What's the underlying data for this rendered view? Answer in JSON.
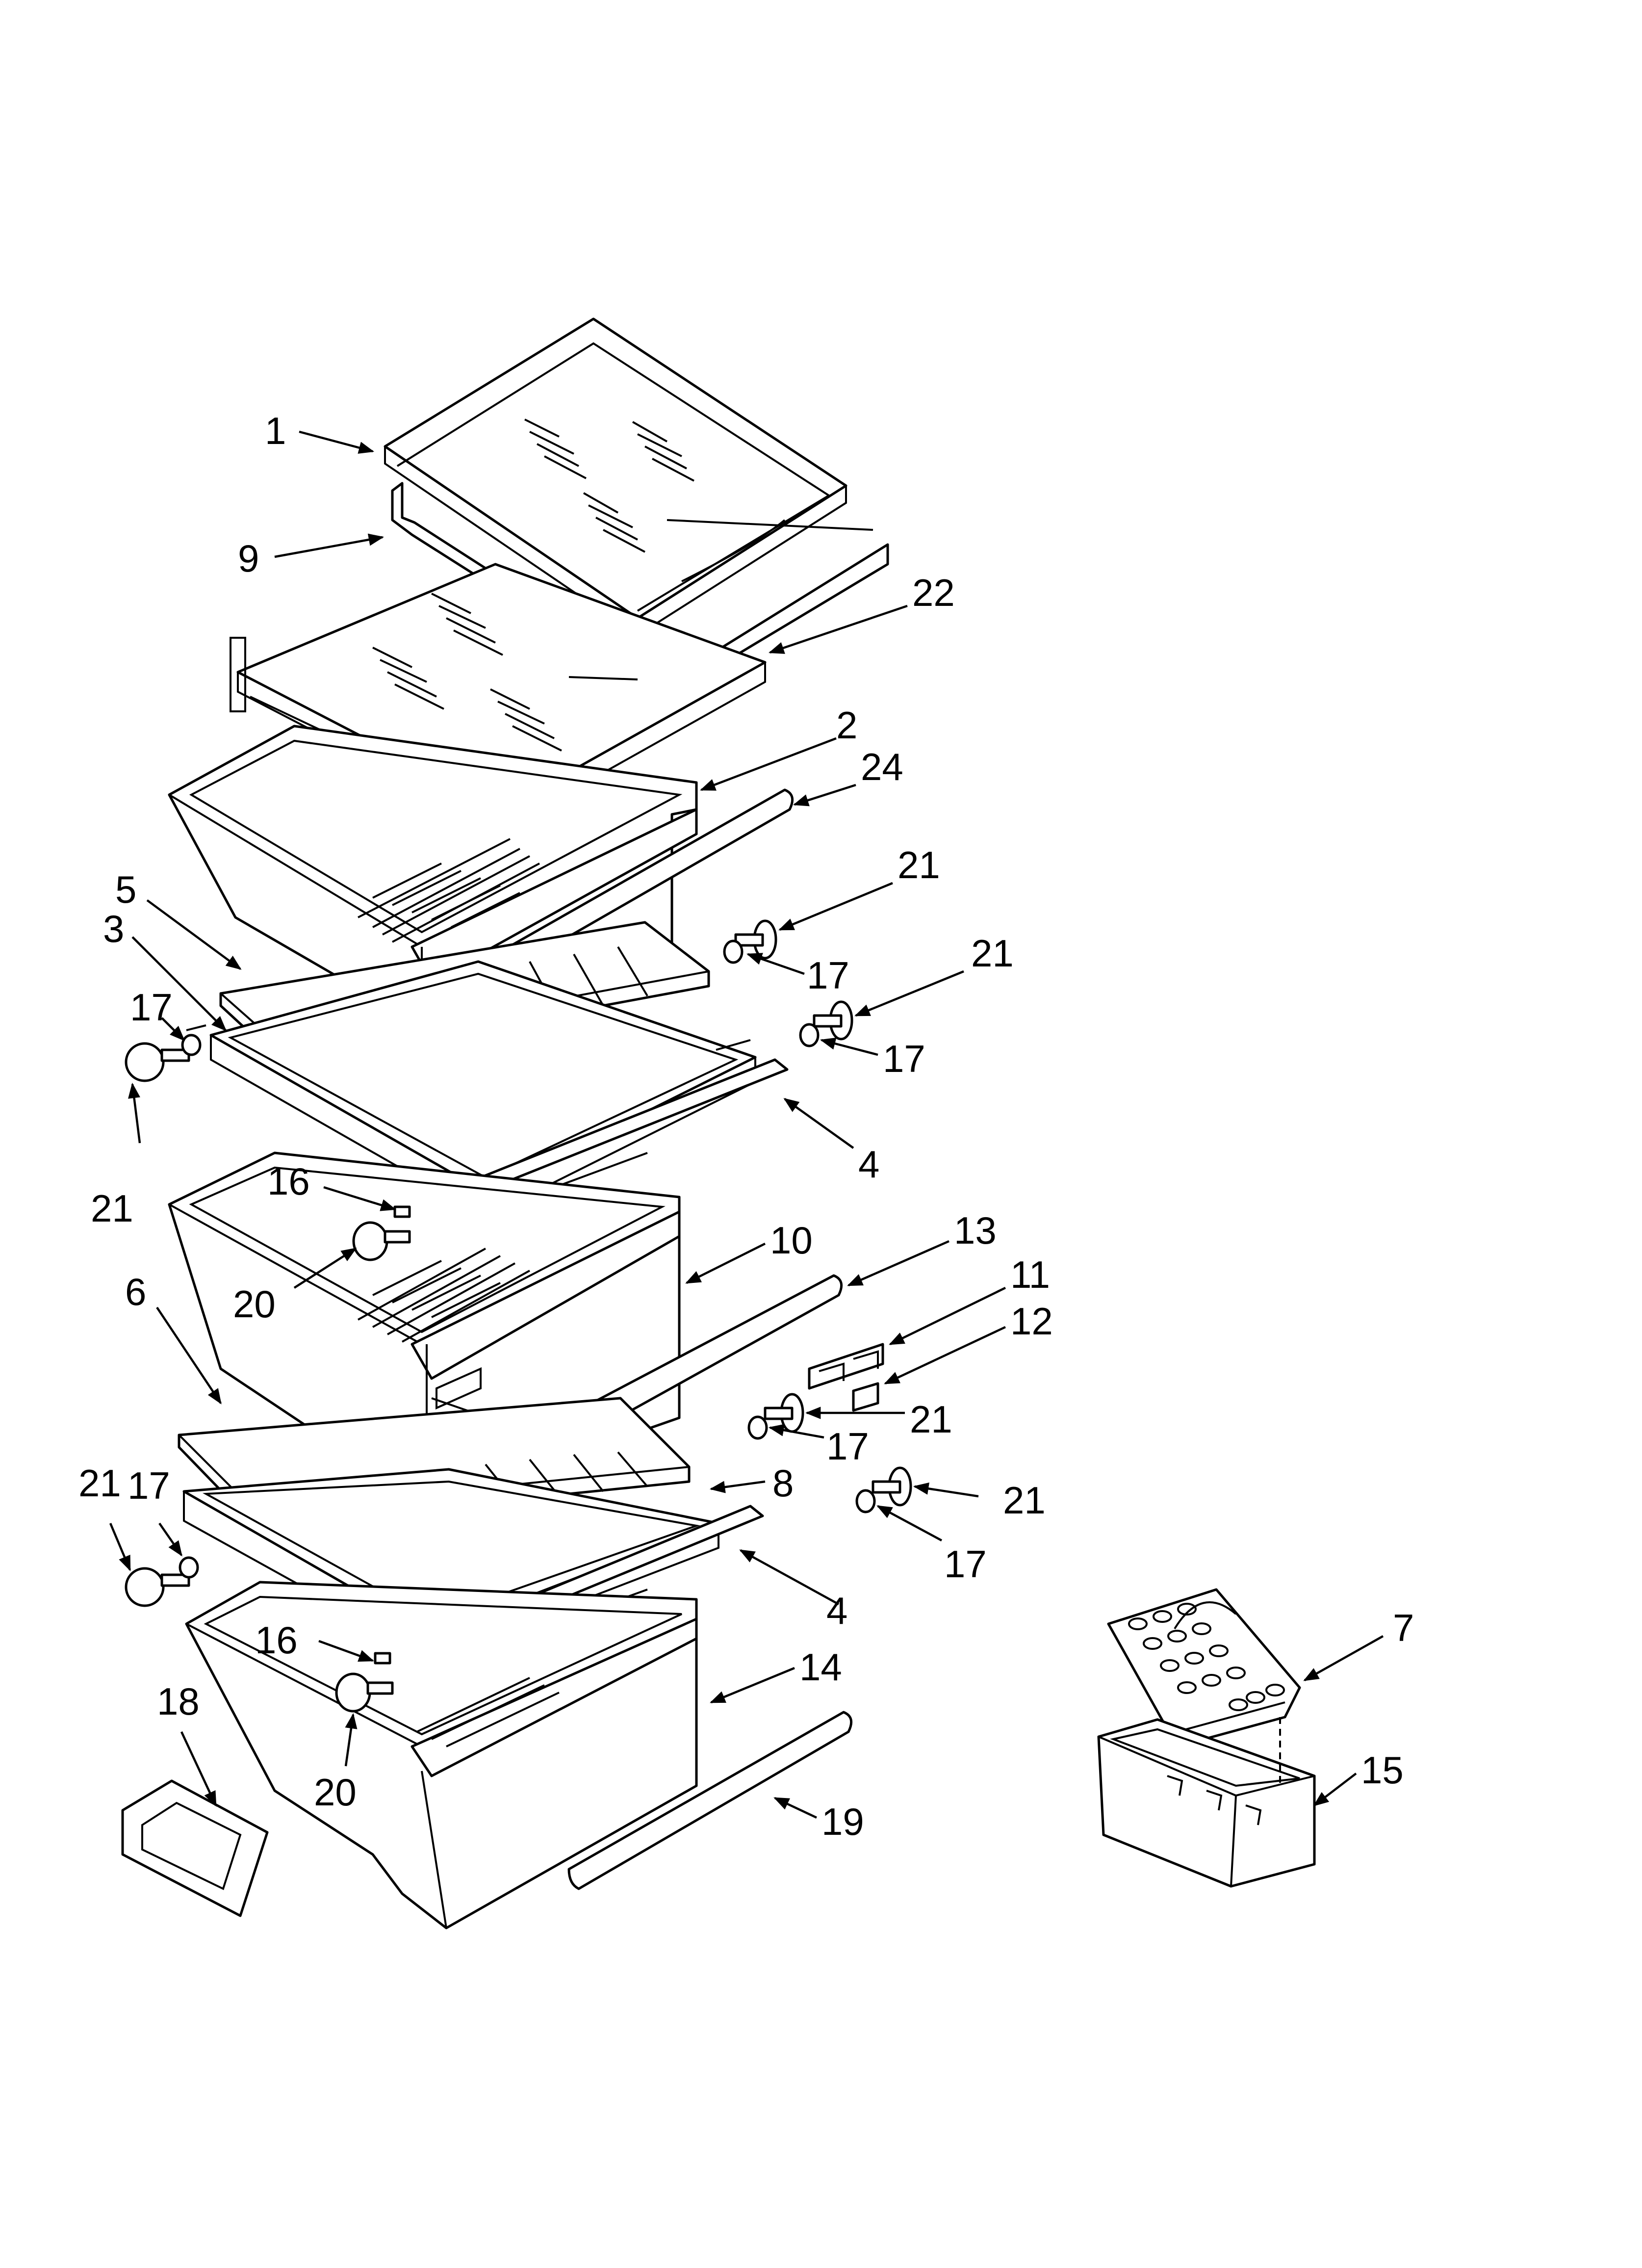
{
  "diagram": {
    "callouts": [
      {
        "id": "c1",
        "text": "1"
      },
      {
        "id": "c9",
        "text": "9"
      },
      {
        "id": "c22",
        "text": "22"
      },
      {
        "id": "c2",
        "text": "2"
      },
      {
        "id": "c24",
        "text": "24"
      },
      {
        "id": "c21a",
        "text": "21"
      },
      {
        "id": "c17a",
        "text": "17"
      },
      {
        "id": "c21b",
        "text": "21"
      },
      {
        "id": "c17b",
        "text": "17"
      },
      {
        "id": "c5",
        "text": "5"
      },
      {
        "id": "c3",
        "text": "3"
      },
      {
        "id": "c17c",
        "text": "17"
      },
      {
        "id": "c21c",
        "text": "21"
      },
      {
        "id": "c4a",
        "text": "4"
      },
      {
        "id": "c16a",
        "text": "16"
      },
      {
        "id": "c20a",
        "text": "20"
      },
      {
        "id": "c10",
        "text": "10"
      },
      {
        "id": "c13",
        "text": "13"
      },
      {
        "id": "c11",
        "text": "11"
      },
      {
        "id": "c12",
        "text": "12"
      },
      {
        "id": "c6",
        "text": "6"
      },
      {
        "id": "c21d",
        "text": "21"
      },
      {
        "id": "c17d",
        "text": "17"
      },
      {
        "id": "c8",
        "text": "8"
      },
      {
        "id": "c21e",
        "text": "21"
      },
      {
        "id": "c17e",
        "text": "17"
      },
      {
        "id": "c21f",
        "text": "21"
      },
      {
        "id": "c17f",
        "text": "17"
      },
      {
        "id": "c4b",
        "text": "4"
      },
      {
        "id": "c16b",
        "text": "16"
      },
      {
        "id": "c14",
        "text": "14"
      },
      {
        "id": "c18",
        "text": "18"
      },
      {
        "id": "c20b",
        "text": "20"
      },
      {
        "id": "c19",
        "text": "19"
      },
      {
        "id": "c7",
        "text": "7"
      },
      {
        "id": "c15",
        "text": "15"
      }
    ]
  }
}
